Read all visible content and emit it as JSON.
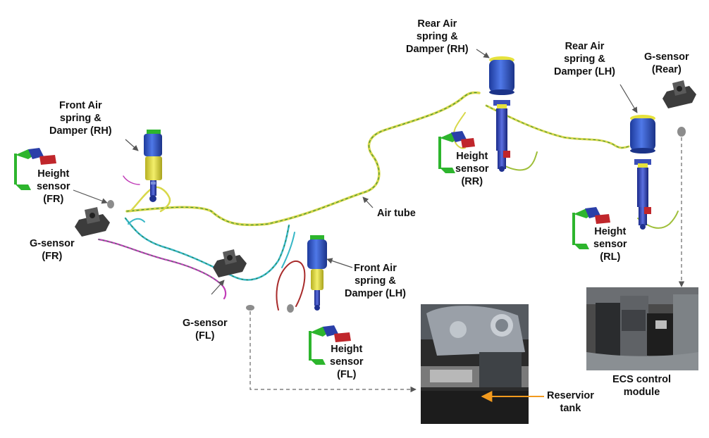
{
  "labels": {
    "front_rh": [
      "Front Air",
      "spring &",
      "Damper (RH)"
    ],
    "height_fr": [
      "Height",
      "sensor",
      "(FR)"
    ],
    "gsensor_fr": [
      "G-sensor",
      "(FR)"
    ],
    "gsensor_fl": [
      "G-sensor",
      "(FL)"
    ],
    "front_lh": [
      "Front Air",
      "spring &",
      "Damper (LH)"
    ],
    "height_fl": [
      "Height",
      "sensor",
      "(FL)"
    ],
    "air_tube": "Air tube",
    "rear_rh": [
      "Rear Air",
      "spring &",
      "Damper (RH)"
    ],
    "height_rr": [
      "Height",
      "sensor",
      "(RR)"
    ],
    "rear_lh": [
      "Rear Air",
      "spring &",
      "Damper (LH)"
    ],
    "height_rl": [
      "Height",
      "sensor",
      "(RL)"
    ],
    "gsensor_rear": [
      "G-sensor",
      "(Rear)"
    ],
    "ecs": [
      "ECS control",
      "module"
    ],
    "reservoir": [
      "Reservior",
      "tank"
    ]
  },
  "colors": {
    "spring_blue": "#2f55c8",
    "damper_yellow": "#e6e23c",
    "tube_yellow": "#d9d94a",
    "tube_green": "#3f8f3f",
    "tube_cyan": "#38b7c7",
    "tube_magenta": "#c23fb9",
    "tube_red": "#a82b2b",
    "sensor_green": "#2db52d",
    "sensor_red": "#c0262b",
    "sensor_blue": "#2a3fa8",
    "gsensor_gray": "#4a4a4a",
    "reservoir_arrow": "#f29a1e"
  }
}
